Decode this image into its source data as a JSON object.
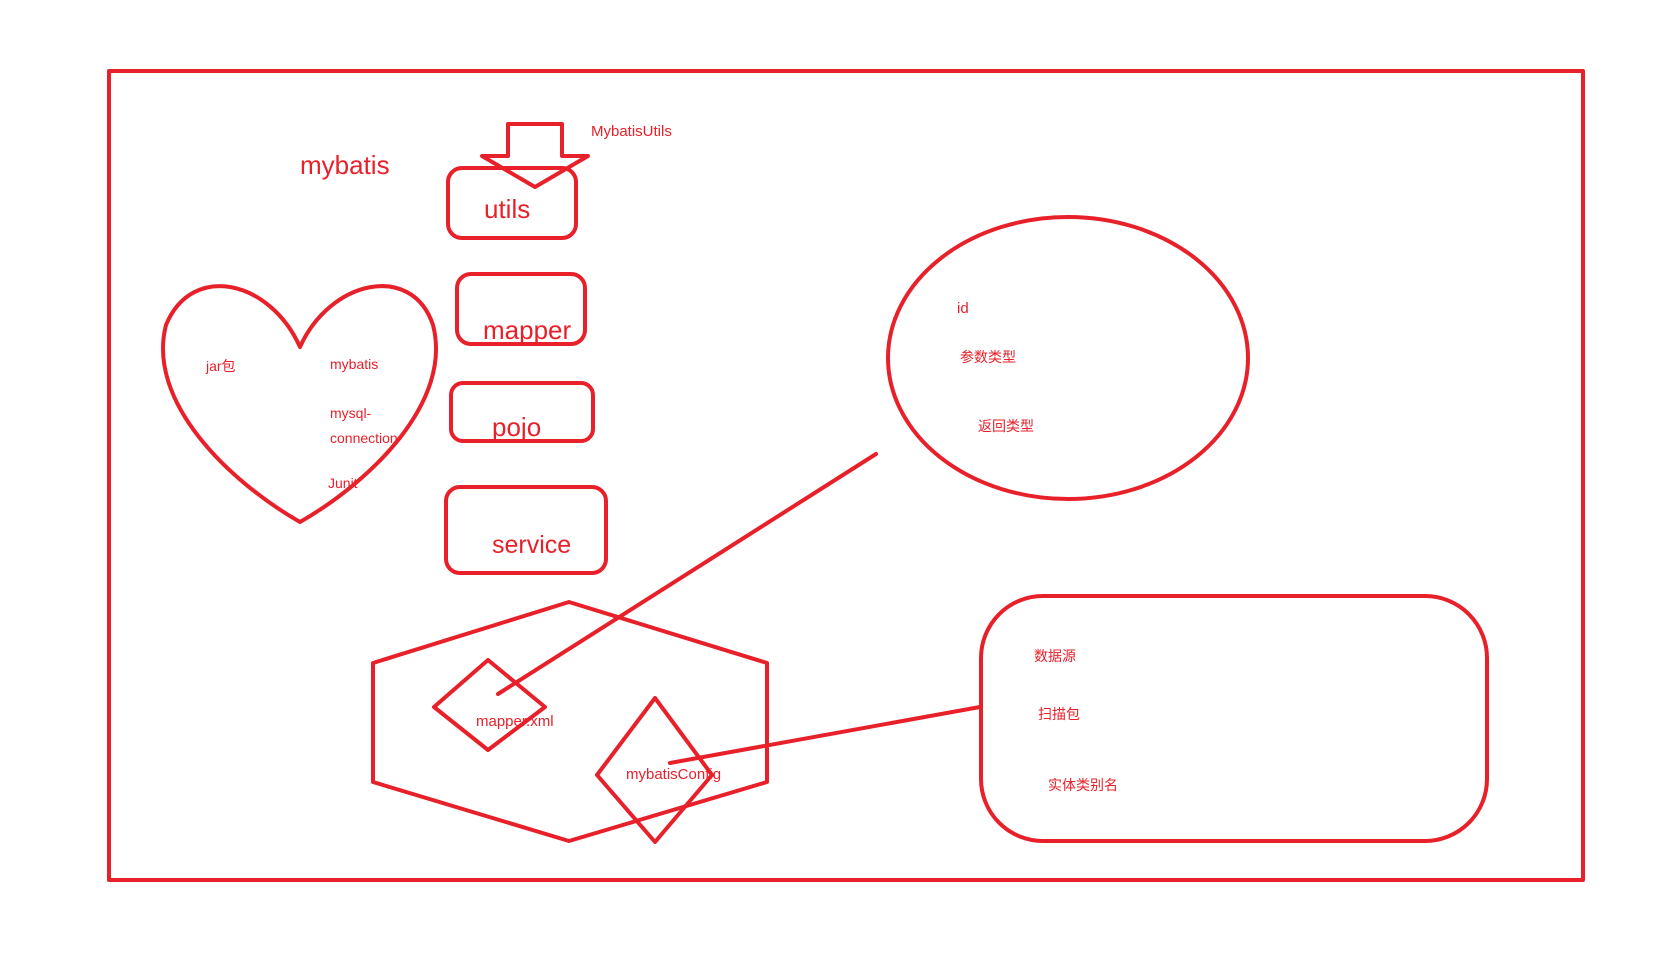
{
  "colors": {
    "ink": "#e8202a",
    "background": "#ffffff"
  },
  "diagram": {
    "title": "mybatis",
    "utils_hint": "MybatisUtils",
    "layers": {
      "utils": "utils",
      "mapper": "mapper",
      "pojo": "pojo",
      "service": "service"
    },
    "heart": {
      "title": "jar包",
      "items": [
        "mybatis",
        "mysql-",
        "connection",
        "Junit"
      ]
    },
    "ellipse": {
      "items": [
        "id",
        "参数类型",
        "返回类型"
      ]
    },
    "hexagon": {
      "mapper_xml": "mapper.xml",
      "config": "mybatisConfig"
    },
    "config_box": {
      "items": [
        "数据源",
        "扫描包",
        "实体类别名"
      ]
    }
  }
}
